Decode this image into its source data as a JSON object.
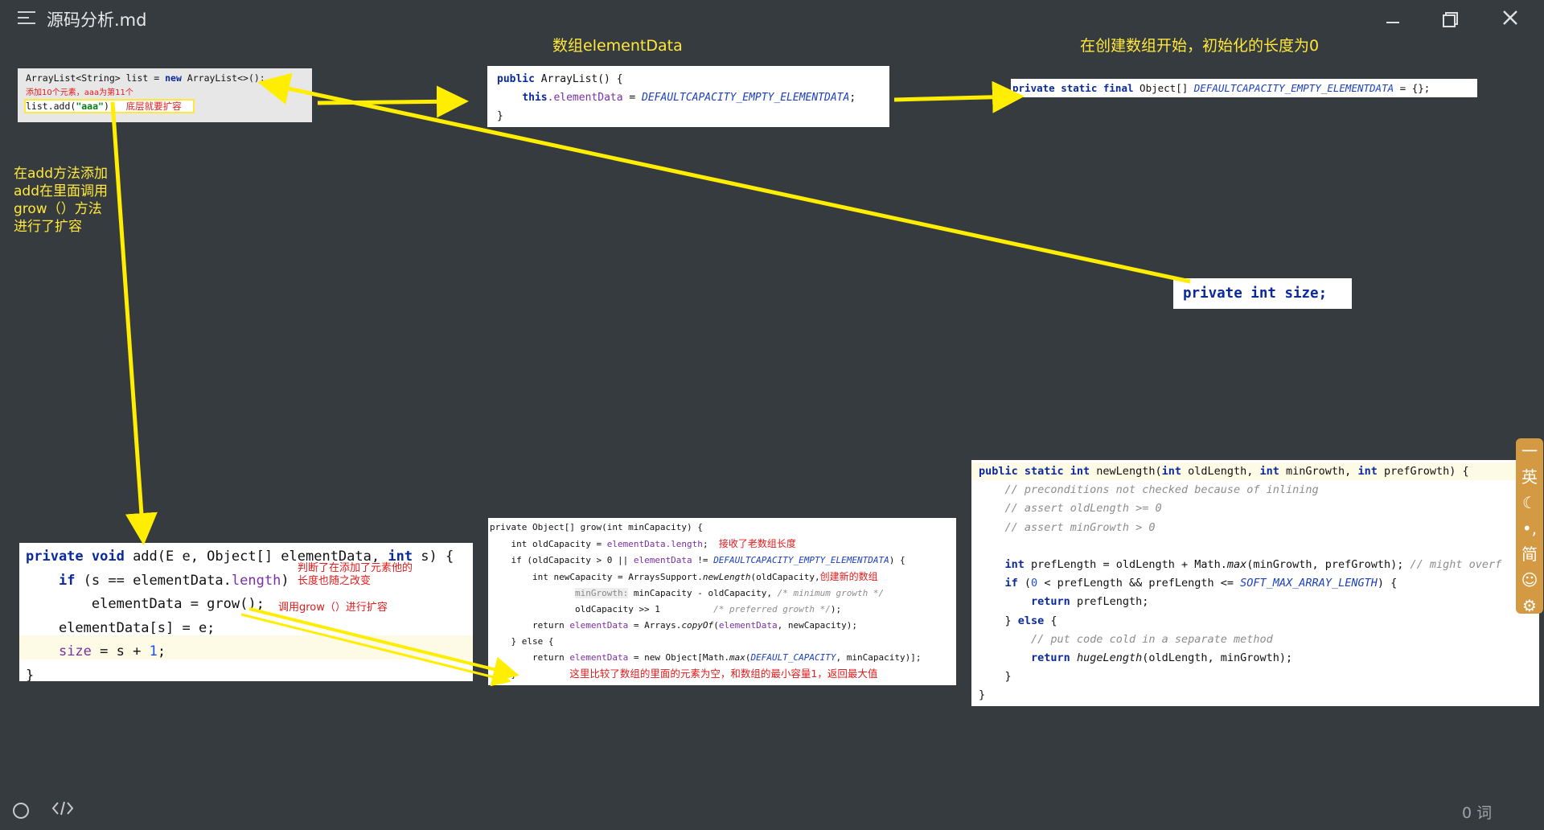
{
  "window": {
    "title": "源码分析.md",
    "icons": [
      "menu-icon",
      "minimize-icon",
      "restore-icon",
      "close-icon"
    ]
  },
  "notes": {
    "array_element_data": "数组elementData",
    "init_length_zero": "在创建数组开始，初始化的长度为0",
    "add_grow": [
      "在add方法添加",
      "add在里面调用",
      "grow（）方法",
      "进行了扩容"
    ]
  },
  "code_snippets": {
    "usage": {
      "line1_a": "ArrayList<String> list = ",
      "line1_kw": "new",
      "line1_b": " ArrayList<>();",
      "comment": "添加10个元素，aaa为第11个",
      "line3_a": "list.add(",
      "line3_str": "\"aaa\"",
      "line3_b": ");",
      "note": "底层就要扩容"
    },
    "constructor": {
      "l1_kw": "public",
      "l1_b": " ArrayList() {",
      "l2_kw": "this",
      "l2_fld": ".elementData",
      "l2_eq": " = ",
      "l2_const": "DEFAULTCAPACITY_EMPTY_ELEMENTDATA",
      "l2_end": ";",
      "l3": "}"
    },
    "field_decl": {
      "kw": "private static final",
      "type": " Object[] ",
      "const": "DEFAULTCAPACITY_EMPTY_ELEMENTDATA",
      "end": " = {};"
    },
    "size_field": {
      "kw": "private int",
      "name": " size;"
    },
    "add_method": {
      "l1_kw": "private void",
      "l1_b": " add(E e, Object[] elementData, ",
      "l1_kw2": "int",
      "l1_c": " s) {",
      "l2_kw": "if",
      "l2_a": " (s == elementData.",
      "l2_fld": "length",
      "l2_b": ")",
      "l3": "elementData = grow();",
      "l4": "elementData[s] = e;",
      "l5_fld": "size",
      "l5_a": " = s + ",
      "l5_num": "1",
      "l5_b": ";",
      "l6": "}",
      "note_change": [
        "判断了在添加了元素他的",
        "长度也随之改变"
      ],
      "note_grow": "调用grow（）进行扩容"
    },
    "grow_method": {
      "l1": "private Object[] grow(int minCapacity) {",
      "l2_a": "int oldCapacity = ",
      "l2_fld": "elementData.length",
      "l2_b": ";",
      "note_old": "接收了老数组长度",
      "l3_a": "if (oldCapacity > 0 || ",
      "l3_fld": "elementData",
      "l3_b": " != ",
      "l3_const": "DEFAULTCAPACITY_EMPTY_ELEMENTDATA",
      "l3_c": ") {",
      "l4_a": "int newCapacity = ArraysSupport.",
      "l4_m": "newLength",
      "l4_b": "(oldCapacity,",
      "note_new": "创建新的数组",
      "l5_hint": "minGrowth:",
      "l5_a": " minCapacity - oldCapacity, ",
      "l5_cmt": "/* minimum growth */",
      "l6_a": "oldCapacity >> 1",
      "l6_cmt": "/* preferred growth */",
      "l6_b": ");",
      "l7_a": "return ",
      "l7_fld": "elementData",
      "l7_b": " = Arrays.",
      "l7_m": "copyOf",
      "l7_c": "(",
      "l7_fld2": "elementData",
      "l7_d": ", newCapacity);",
      "l8": "} else {",
      "l9_a": "return ",
      "l9_fld": "elementData",
      "l9_b": " = new Object[Math.",
      "l9_m": "max",
      "l9_c": "(",
      "l9_const": "DEFAULT_CAPACITY",
      "l9_d": ", minCapacity)];",
      "l10": "}",
      "note_compare": "这里比较了数组的里面的元素为空，和数组的最小容量1，返回最大值"
    },
    "new_length": {
      "l1_kw": "public static int",
      "l1_b": " newLength(",
      "l1_kw2": "int",
      "l1_c": " oldLength, ",
      "l1_kw3": "int",
      "l1_d": " minGrowth, ",
      "l1_kw4": "int",
      "l1_e": " prefGrowth) {",
      "c1": "// preconditions not checked because of inlining",
      "c2": "// assert oldLength >= 0",
      "c3": "// assert minGrowth > 0",
      "l5_kw": "int",
      "l5_a": " prefLength = oldLength + Math.",
      "l5_m": "max",
      "l5_b": "(minGrowth, prefGrowth); ",
      "l5_cmt": "// might overf",
      "l6_kw": "if",
      "l6_a": " (",
      "l6_num": "0",
      "l6_b": " < prefLength && prefLength <= ",
      "l6_const": "SOFT_MAX_ARRAY_LENGTH",
      "l6_c": ") {",
      "l7_kw": "return",
      "l7_a": " prefLength;",
      "l8_a": "} ",
      "l8_kw": "else",
      "l8_b": " {",
      "l9": "// put code cold in a separate method",
      "l10_kw": "return",
      "l10_m": " hugeLength",
      "l10_a": "(oldLength, minGrowth);",
      "l11": "}",
      "l12": "}"
    }
  },
  "input_toolbar": {
    "items": [
      "一",
      "英",
      "moon-icon",
      "punctuation-icon",
      "简",
      "smiley-icon",
      "gear-icon"
    ],
    "dash": "一",
    "lang": "英",
    "script": "简"
  },
  "footer": {
    "icons": [
      "circle-icon",
      "code-icon"
    ],
    "word_count": "0 词"
  },
  "colors": {
    "background": "#363b40",
    "annotation": "#ffe83a",
    "arrow": "#ffee00",
    "note_red": "#e21b1b",
    "toolbar": "#d49a43"
  }
}
